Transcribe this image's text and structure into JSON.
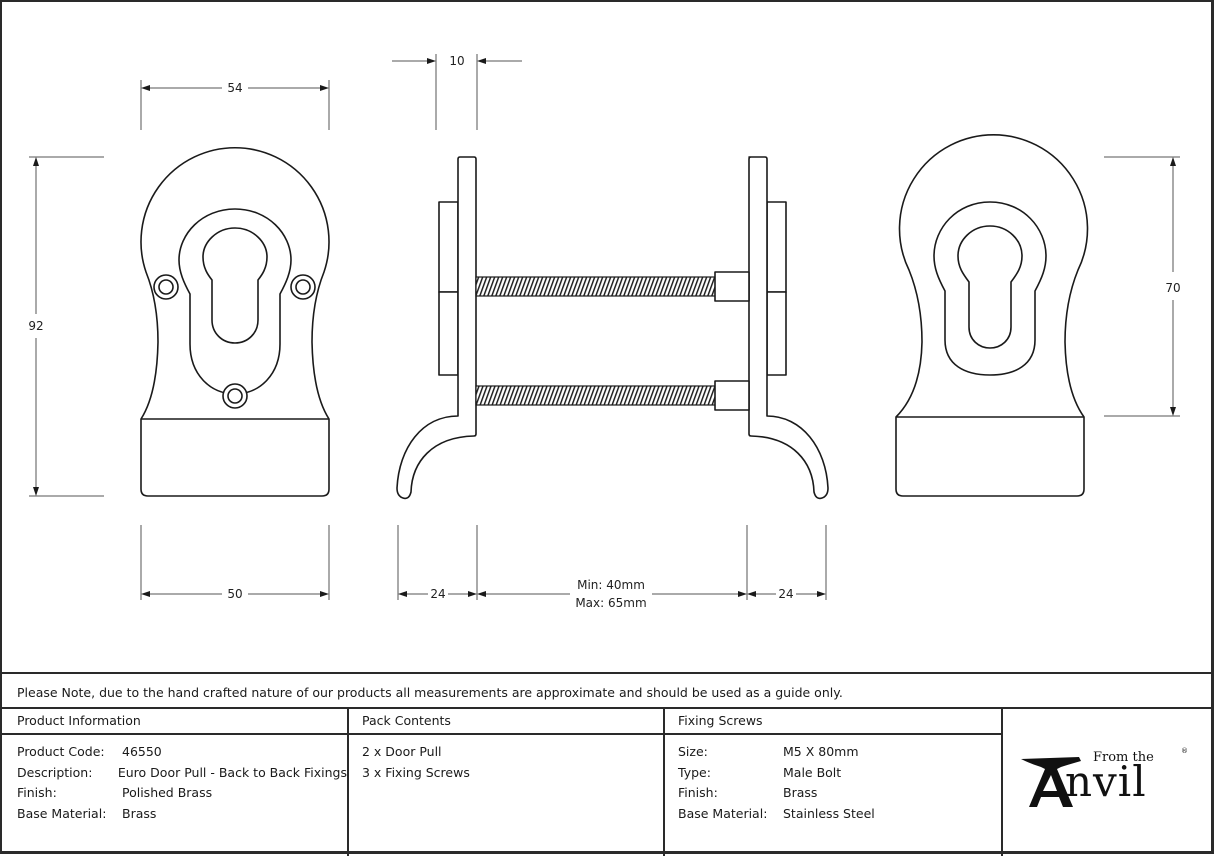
{
  "drawing": {
    "title": "Euro Door Pull - Back to Back Fixings technical drawing",
    "front_view_left": {
      "dim_width_top": "54",
      "dim_height": "92",
      "dim_width_bottom": "50"
    },
    "side_view": {
      "dim_thickness": "10",
      "dim_projection_left": "24",
      "dim_projection_right": "24",
      "dim_door_min": "Min: 40mm",
      "dim_door_max": "Max: 65mm"
    },
    "front_view_right": {
      "dim_height": "70"
    }
  },
  "note": "Please Note, due to the hand crafted nature of our products all measurements are approximate and should be used as a guide only.",
  "product_information": {
    "heading": "Product Information",
    "rows": [
      {
        "label": "Product Code:",
        "value": "46550"
      },
      {
        "label": "Description:",
        "value": "Euro Door Pull - Back to Back Fixings"
      },
      {
        "label": "Finish:",
        "value": "Polished Brass"
      },
      {
        "label": "Base Material:",
        "value": "Brass"
      }
    ]
  },
  "pack_contents": {
    "heading": "Pack Contents",
    "items": [
      "2 x Door Pull",
      "3 x Fixing Screws"
    ]
  },
  "fixing_screws": {
    "heading": "Fixing Screws",
    "rows": [
      {
        "label": "Size:",
        "value": "M5 X 80mm"
      },
      {
        "label": "Type:",
        "value": "Male Bolt"
      },
      {
        "label": "Finish:",
        "value": "Brass"
      },
      {
        "label": "Base Material:",
        "value": "Stainless Steel"
      }
    ]
  },
  "logo": {
    "from_the": "From the",
    "wordmark": "nvil",
    "registered": "®",
    "icon": "anvil-icon"
  }
}
